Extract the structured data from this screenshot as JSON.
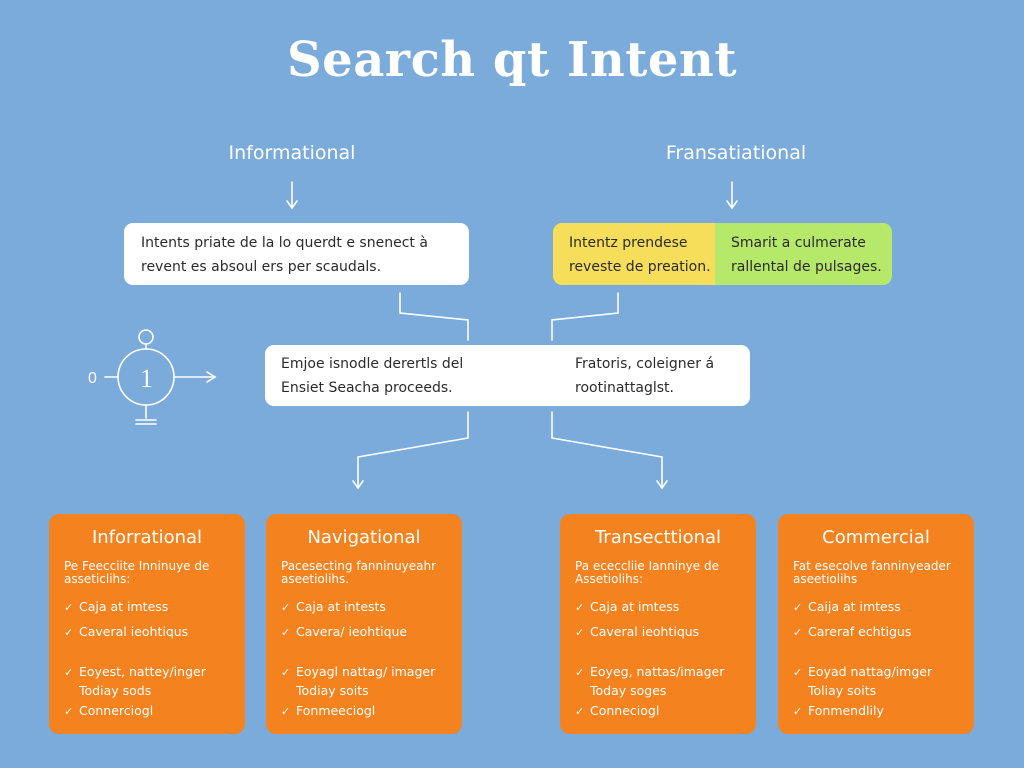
{
  "title": "Search qt Intent",
  "top_labels": {
    "left": "Informational",
    "right": "Fransatiational"
  },
  "boxes": {
    "left": {
      "line1": "Intents priate de la lo querdt e snenect à",
      "line2": "revent es absoul ers per scaudals."
    },
    "right_yellow": {
      "line1": "Intentz prendese",
      "line2": "reveste de preation."
    },
    "right_green": {
      "line1": "Smarit a culmerate",
      "line2": "rallental de pulsages."
    },
    "center": {
      "left_line1": "Emjoe isnodle derertls del",
      "left_line2": "Ensiet Seacha proceeds.",
      "right_line1": "Fratoris, coleigner á",
      "right_line2": "rootinattaglst."
    }
  },
  "side_node": {
    "left_glyph": "0",
    "center_glyph": "1"
  },
  "cards": [
    {
      "title": "Inforrational",
      "desc_line1": "Pe Feecciite Inninuye de",
      "desc_line2": "asseticlihs:",
      "items": [
        "Caja at imtess",
        "Caveral ieohtiqus",
        "Eoyest, nattey/inger",
        "Todiay sods",
        "Connerciogl"
      ]
    },
    {
      "title": "Navigational",
      "desc_line1": "Pacesecting fanninuyeahr",
      "desc_line2": "aseetiolihs.",
      "items": [
        "Caja at intests",
        "Cavera/ ieohtique",
        "Eoyagl nattag/ imager",
        "Todiay soits",
        "Fonmeeciogl"
      ]
    },
    {
      "title": "Transecttional",
      "desc_line1": "Pa ececcliie Ianninye de",
      "desc_line2": "Assetiolihs:",
      "items": [
        "Caja at imtess",
        "Caveral ieohtiqus",
        "Eoyeg, nattas/imager",
        "Today soges",
        "Conneciogl"
      ]
    },
    {
      "title": "Commercial",
      "desc_line1": "Fat esecolve fanninyeader",
      "desc_line2": "aseetiolihs",
      "items": [
        "Caija at imtess",
        "Careraf echtigus",
        "Eoyad nattag/imger",
        "Toliay soits",
        "Fonmendlily"
      ]
    }
  ],
  "colors": {
    "background": "#7aabdb",
    "card": "#f4821f",
    "yellow": "#f6dd5a",
    "green": "#b6e86a"
  }
}
